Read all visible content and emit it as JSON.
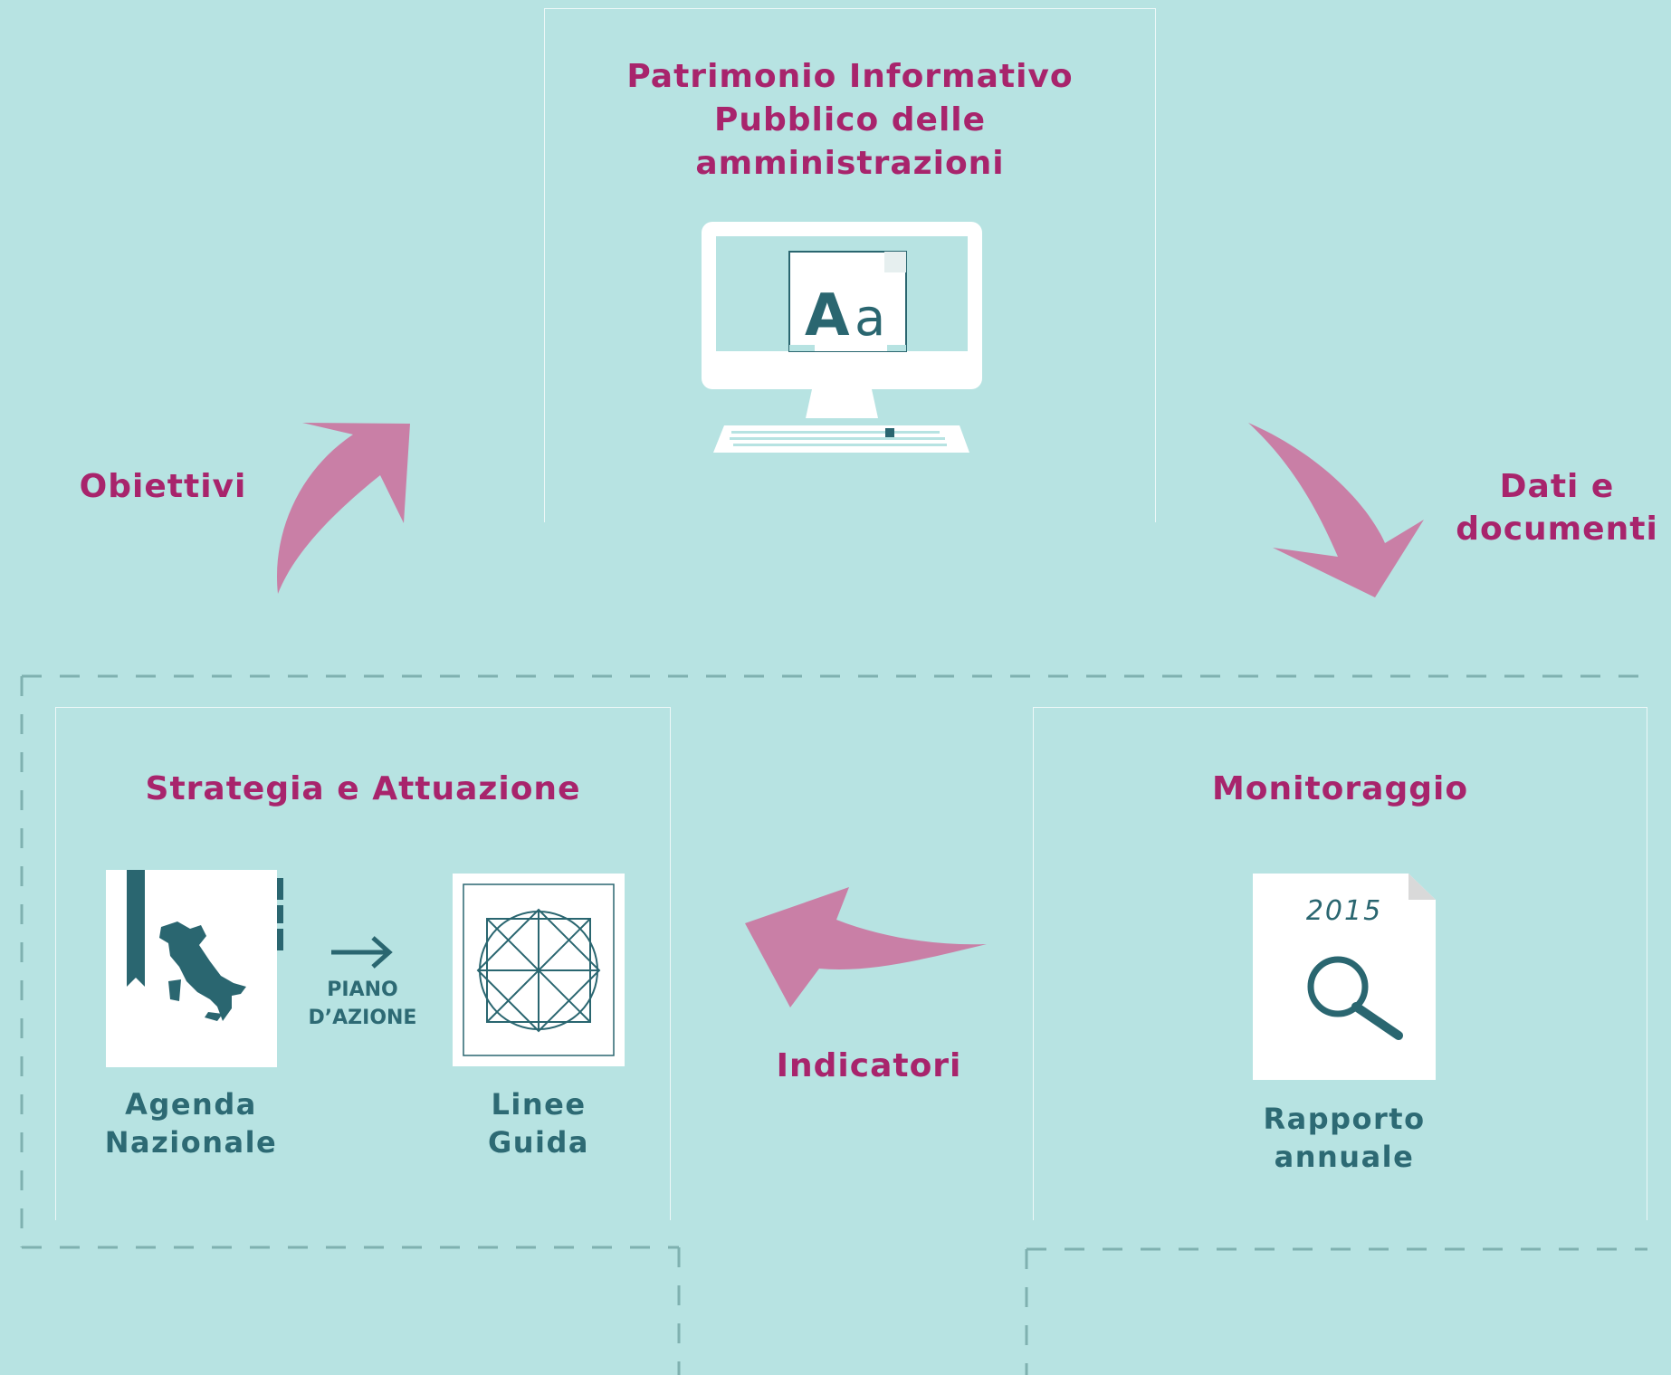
{
  "top_block": {
    "title": "Patrimonio Informativo\nPubblico delle\namministrazioni",
    "screen_text_upper": "A",
    "screen_text_lower": "a"
  },
  "left_block": {
    "title": "Strategia e Attuazione",
    "agenda_label": "Agenda\nNazionale",
    "action_plan_label": "PIANO\nD’AZIONE",
    "guidelines_label": "Linee\nGuida"
  },
  "right_block": {
    "title": "Monitoraggio",
    "report_year": "2015",
    "report_label": "Rapporto\nannuale"
  },
  "flows": {
    "objectives": "Obiettivi",
    "data_documents": "Dati e\ndocumenti",
    "indicators": "Indicatori"
  },
  "colors": {
    "background": "#b7e3e2",
    "title": "#a8246c",
    "caption": "#2d6a74",
    "arrow": "#c97fa6",
    "icon": "#2a6670"
  },
  "icons": [
    "monitor-icon",
    "italy-map-book-icon",
    "right-arrow-icon",
    "geometric-guide-icon",
    "search-document-icon"
  ]
}
